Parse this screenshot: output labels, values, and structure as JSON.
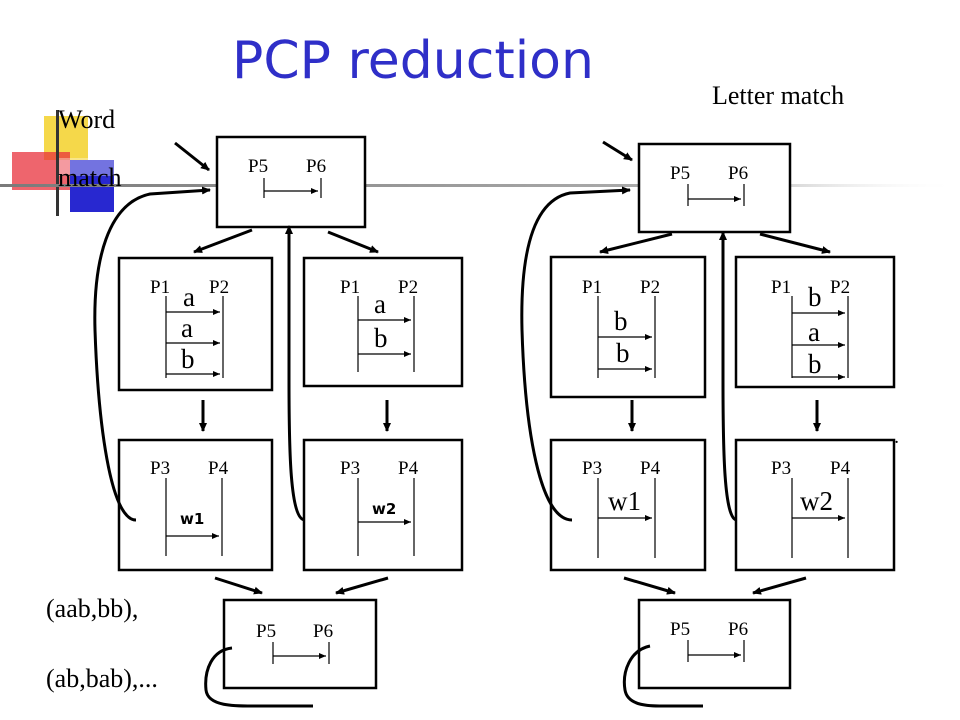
{
  "title": "PCP reduction",
  "left_label": {
    "line1": "Word",
    "line2": "match"
  },
  "right_label": "Letter match",
  "pair_examples": {
    "line1": "(aab,bb),",
    "line2": "(ab,bab),..."
  },
  "ellipsis": "....",
  "ports": {
    "p1": "P1",
    "p2": "P2",
    "p3": "P3",
    "p4": "P4",
    "p5": "P5",
    "p6": "P6"
  },
  "left": {
    "box1_letters": [
      "a",
      "a",
      "b"
    ],
    "box2_letters": [
      "a",
      "b"
    ],
    "w1": "w1",
    "w2": "w2"
  },
  "right": {
    "box1_letters": [
      "b",
      "b"
    ],
    "box2_letters": [
      "b",
      "a",
      "b"
    ],
    "w1": "w1",
    "w2": "w2"
  },
  "colors": {
    "title": "#2f2fc8",
    "deco_yellow": "#f5d84a",
    "deco_blue": "#2828d0",
    "deco_red": "#e8323c"
  }
}
